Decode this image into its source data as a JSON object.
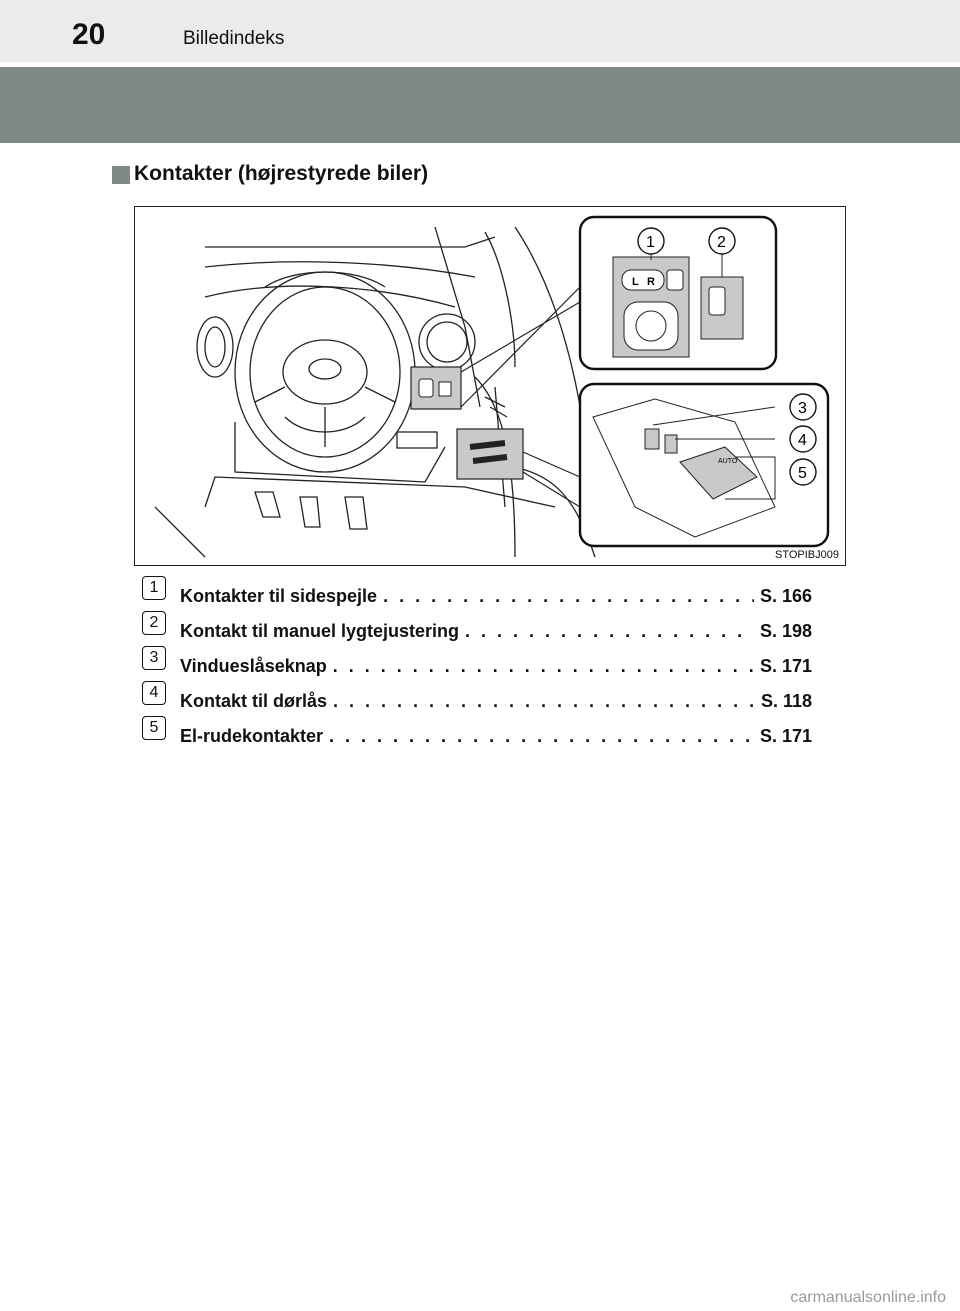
{
  "header": {
    "page_number": "20",
    "section_title": "Billedindeks"
  },
  "heading": "Kontakter (højrestyrede biler)",
  "figure": {
    "code": "STOPIBJ009",
    "callouts": [
      "1",
      "2",
      "3",
      "4",
      "5"
    ],
    "mirror_switch_labels": [
      "L",
      "R"
    ],
    "window_switch_label": "AUTO"
  },
  "items": [
    {
      "num": "1",
      "label": "Kontakter til sidespejle",
      "ref": "S. 166"
    },
    {
      "num": "2",
      "label": "Kontakt til manuel lygtejustering",
      "ref": "S. 198"
    },
    {
      "num": "3",
      "label": "Vindueslåseknap",
      "ref": "S. 171"
    },
    {
      "num": "4",
      "label": "Kontakt til dørlås",
      "ref": "S. 118"
    },
    {
      "num": "5",
      "label": "El-rudekontakter",
      "ref": "S. 171"
    }
  ],
  "watermark": "carmanualsonline.info"
}
